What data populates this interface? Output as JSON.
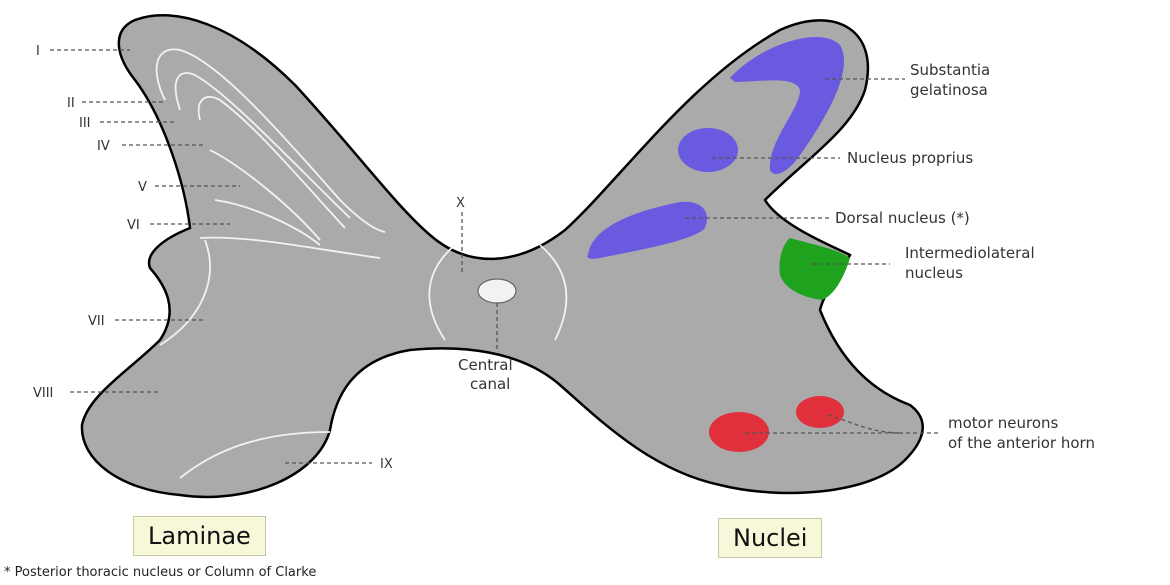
{
  "boxes": {
    "laminae": "Laminae",
    "nuclei": "Nuclei"
  },
  "laminae": [
    "I",
    "II",
    "III",
    "IV",
    "V",
    "VI",
    "VII",
    "VIII",
    "IX",
    "X"
  ],
  "nuclei": {
    "substantia_line1": "Substantia",
    "substantia_line2": "gelatinosa",
    "proprius": "Nucleus proprius",
    "dorsal": "Dorsal nucleus (*)",
    "intermedio_line1": "Intermediolateral",
    "intermedio_line2": "nucleus",
    "motor_line1": "motor neurons",
    "motor_line2": "of the anterior horn"
  },
  "central_canal": {
    "line1": "Central",
    "line2": "canal"
  },
  "footnote": "* Posterior thoracic nucleus or Column of Clarke",
  "colors": {
    "gray_matter": "#aaaaaa",
    "outline": "#000000",
    "lamina_boundaries": "#f2f2f2",
    "nucleus_blue": "#6a5ae0",
    "nucleus_green": "#1fa31f",
    "nucleus_red": "#e0303c",
    "box_fill": "#f7f7d9"
  }
}
